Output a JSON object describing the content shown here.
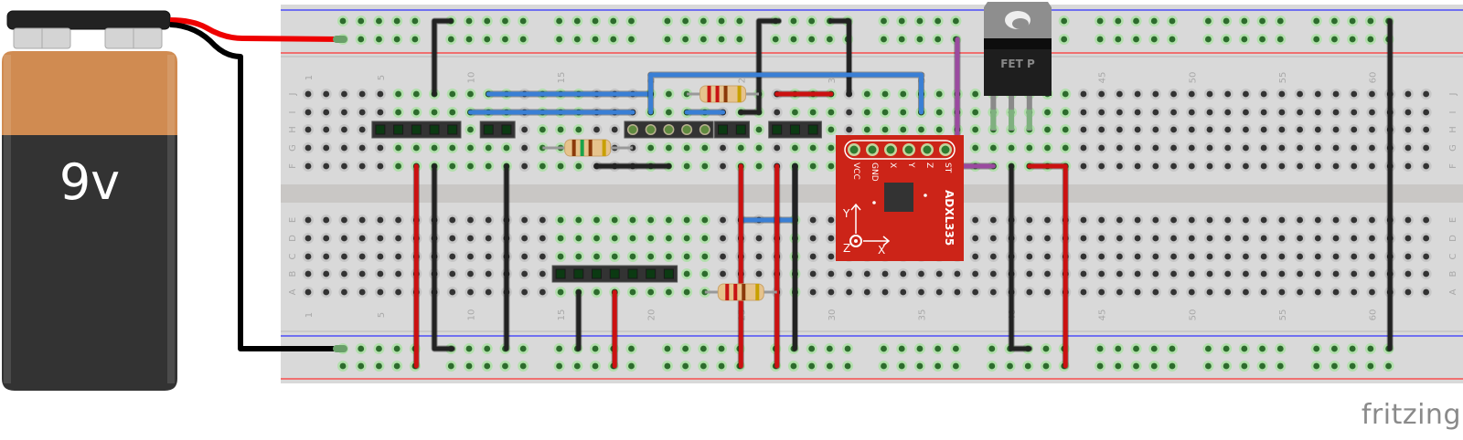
{
  "app": {
    "watermark": "fritzing"
  },
  "battery": {
    "label": "9v",
    "body_color": "#333333",
    "cap_color": "#d08b51"
  },
  "breadboard": {
    "columns": 63,
    "column_labels": [
      "1",
      "5",
      "10",
      "15",
      "20",
      "25",
      "30",
      "35",
      "40",
      "45",
      "50",
      "55",
      "60"
    ],
    "upper_rows": [
      "J",
      "I",
      "H",
      "G",
      "F"
    ],
    "lower_rows": [
      "E",
      "D",
      "C",
      "B",
      "A"
    ],
    "colors": {
      "board": "#d9d9d9",
      "hole": "#333333",
      "hole_active": "#2d6b2d",
      "rail_blue": "#3333ff",
      "rail_red": "#ff3333"
    }
  },
  "components": {
    "accelerometer": {
      "name": "ADXL335",
      "pins": [
        "VCC",
        "GND",
        "X",
        "Y",
        "Z",
        "ST"
      ],
      "axes": [
        "X",
        "Y",
        "Z"
      ],
      "color": "#cc2418"
    },
    "transistor": {
      "label": "FET P"
    },
    "resistors": [
      {
        "id": "R1",
        "bands": [
          "#8b3a0a",
          "#1aa34a",
          "#8b3a0a",
          "#c8a000"
        ]
      },
      {
        "id": "R2",
        "bands": [
          "#c81414",
          "#c81414",
          "#8b3a0a",
          "#c8a000"
        ]
      },
      {
        "id": "R3",
        "bands": [
          "#c81414",
          "#c81414",
          "#8b3a0a",
          "#c8a000"
        ]
      }
    ],
    "headers": [
      "5-pin female header",
      "2-pin female header",
      "5-pin male header",
      "2-pin female header",
      "3-pin female header",
      "7-pin female header"
    ]
  },
  "wire_colors": {
    "red": "#cc1111",
    "black": "#222222",
    "blue": "#3a7fd5",
    "purple": "#9b4aa0"
  }
}
